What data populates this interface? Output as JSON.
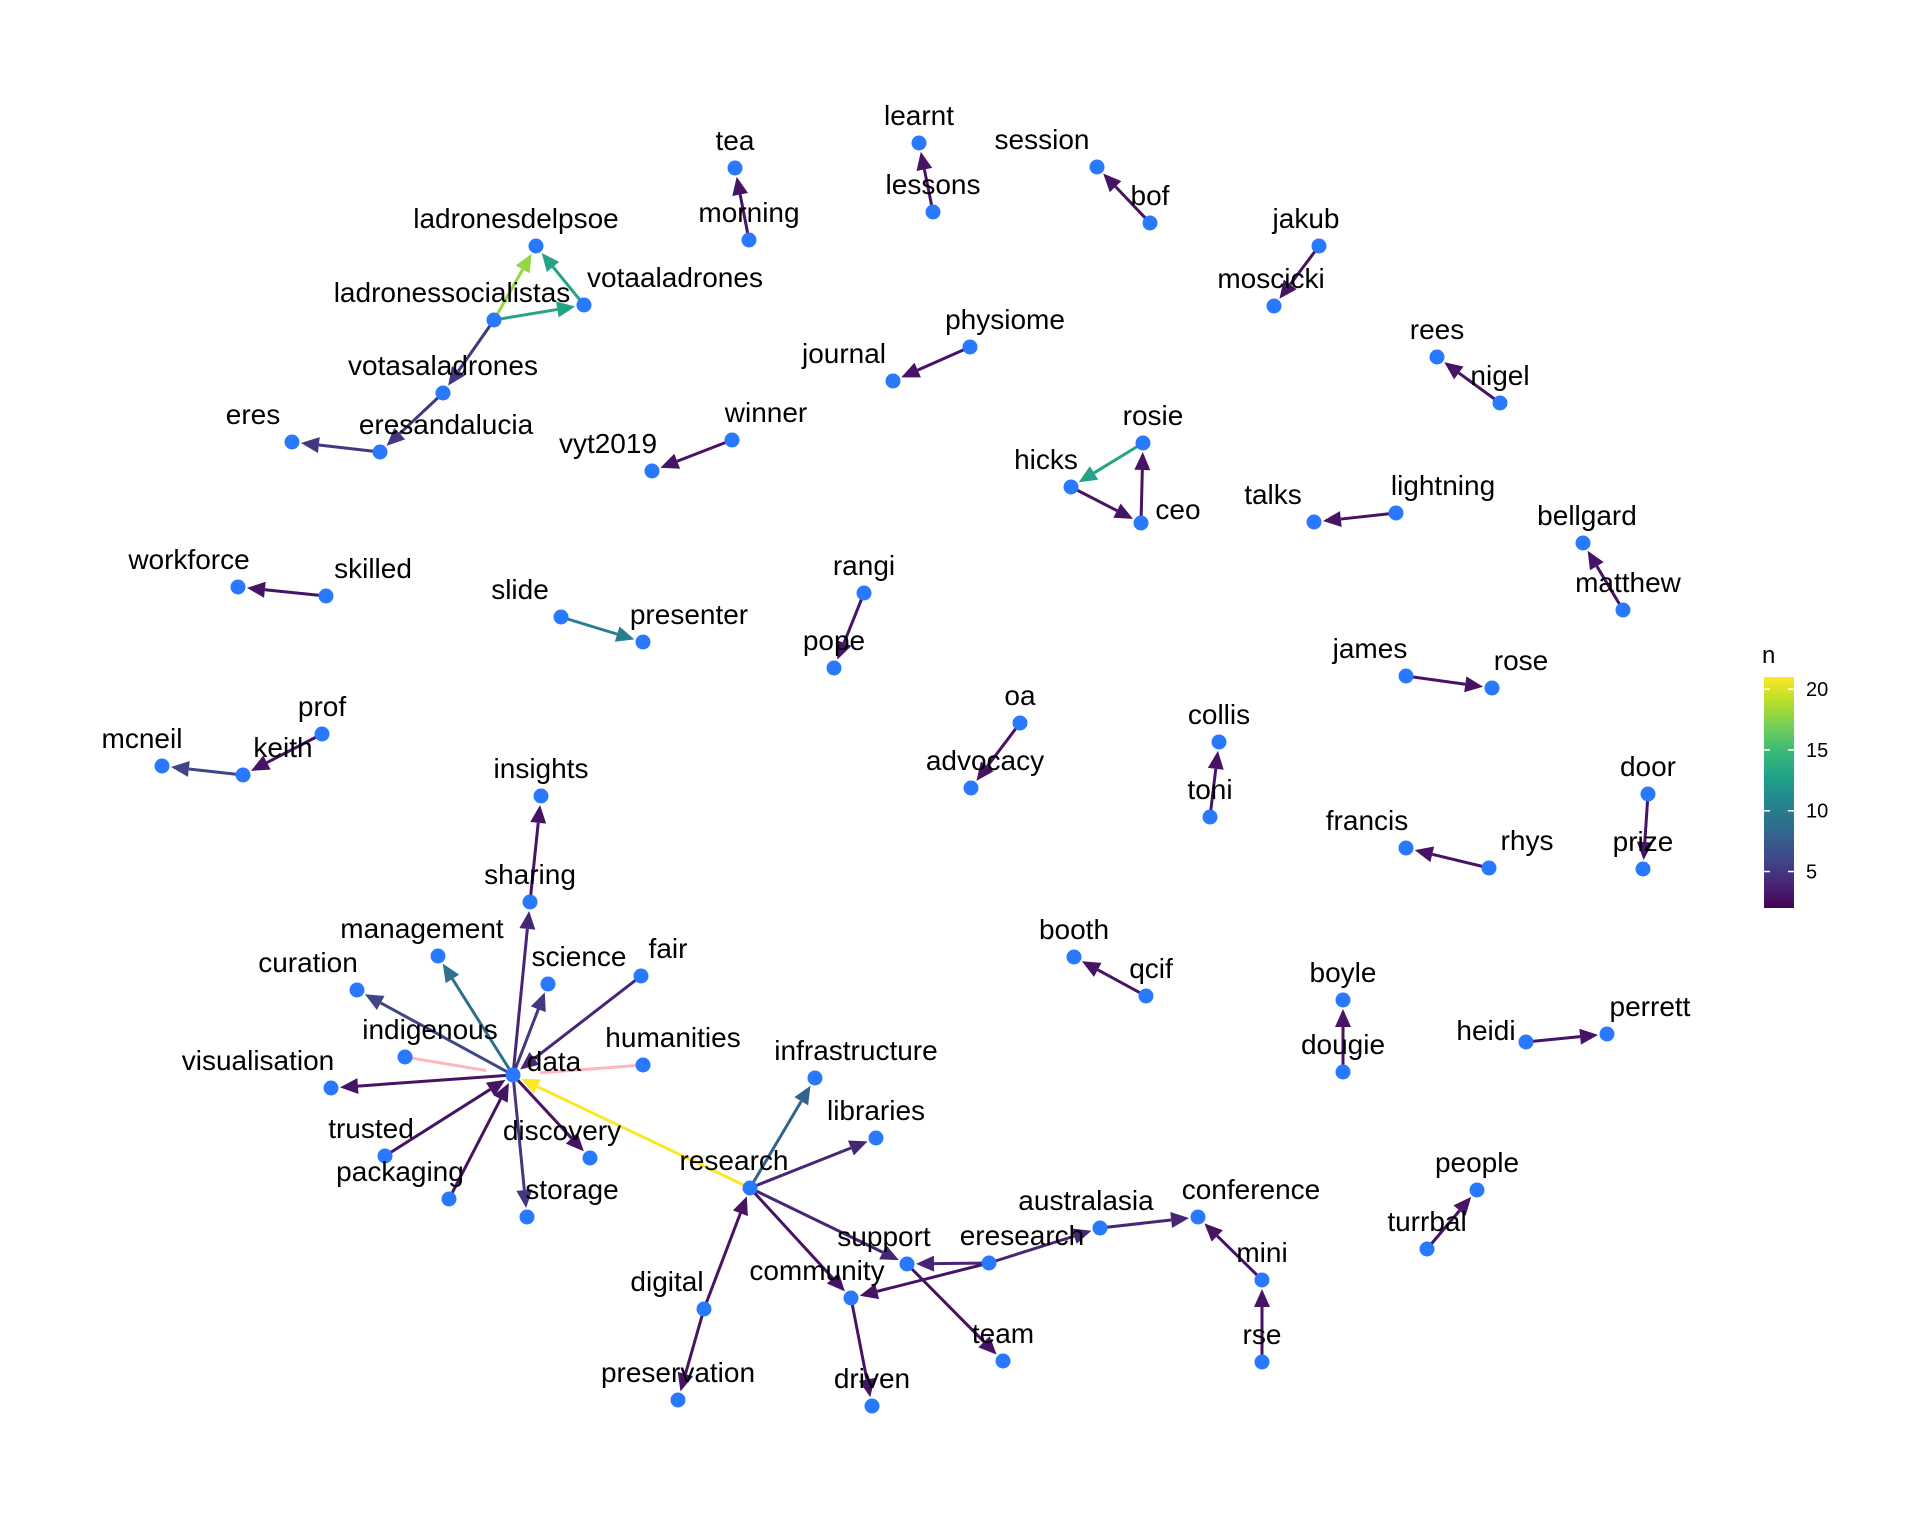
{
  "legend": {
    "title": "n",
    "ticks": [
      20,
      15,
      10,
      5
    ],
    "range": [
      2,
      21
    ],
    "colormap": [
      "#440154",
      "#482878",
      "#3E4A89",
      "#31688E",
      "#26828E",
      "#1F9E89",
      "#35B779",
      "#6DCD59",
      "#B4DE2C",
      "#FDE725"
    ]
  },
  "colors": {
    "node": "#2979FF",
    "highlight_edge": "#FFB6C1"
  },
  "nodes": [
    {
      "id": "tea",
      "label": "tea"
    },
    {
      "id": "morning",
      "label": "morning"
    },
    {
      "id": "learnt",
      "label": "learnt"
    },
    {
      "id": "lessons",
      "label": "lessons"
    },
    {
      "id": "session",
      "label": "session"
    },
    {
      "id": "bof",
      "label": "bof"
    },
    {
      "id": "jakub",
      "label": "jakub"
    },
    {
      "id": "moscicki",
      "label": "moscicki"
    },
    {
      "id": "ladronesdelpsoe",
      "label": "ladronesdelpsoe"
    },
    {
      "id": "ladronessocialistas",
      "label": "ladronessocialistas"
    },
    {
      "id": "votaaladrones",
      "label": "votaaladrones"
    },
    {
      "id": "votasaladrones",
      "label": "votasaladrones"
    },
    {
      "id": "eresandalucia",
      "label": "eresandalucia"
    },
    {
      "id": "eres",
      "label": "eres"
    },
    {
      "id": "physiome",
      "label": "physiome"
    },
    {
      "id": "journal",
      "label": "journal"
    },
    {
      "id": "rees",
      "label": "rees"
    },
    {
      "id": "nigel",
      "label": "nigel"
    },
    {
      "id": "winner",
      "label": "winner"
    },
    {
      "id": "vyt2019",
      "label": "vyt2019"
    },
    {
      "id": "rosie",
      "label": "rosie"
    },
    {
      "id": "hicks",
      "label": "hicks"
    },
    {
      "id": "ceo",
      "label": "ceo"
    },
    {
      "id": "lightning",
      "label": "lightning"
    },
    {
      "id": "talks",
      "label": "talks"
    },
    {
      "id": "bellgard",
      "label": "bellgard"
    },
    {
      "id": "matthew",
      "label": "matthew"
    },
    {
      "id": "workforce",
      "label": "workforce"
    },
    {
      "id": "skilled",
      "label": "skilled"
    },
    {
      "id": "slide",
      "label": "slide"
    },
    {
      "id": "presenter",
      "label": "presenter"
    },
    {
      "id": "rangi",
      "label": "rangi"
    },
    {
      "id": "pope",
      "label": "pope"
    },
    {
      "id": "james",
      "label": "james"
    },
    {
      "id": "rose",
      "label": "rose"
    },
    {
      "id": "prof",
      "label": "prof"
    },
    {
      "id": "keith",
      "label": "keith"
    },
    {
      "id": "mcneil",
      "label": "mcneil"
    },
    {
      "id": "oa",
      "label": "oa"
    },
    {
      "id": "advocacy",
      "label": "advocacy"
    },
    {
      "id": "collis",
      "label": "collis"
    },
    {
      "id": "toni",
      "label": "toni"
    },
    {
      "id": "door",
      "label": "door"
    },
    {
      "id": "prize",
      "label": "prize"
    },
    {
      "id": "francis",
      "label": "francis"
    },
    {
      "id": "rhys",
      "label": "rhys"
    },
    {
      "id": "insights",
      "label": "insights"
    },
    {
      "id": "sharing",
      "label": "sharing"
    },
    {
      "id": "management",
      "label": "management"
    },
    {
      "id": "curation",
      "label": "curation"
    },
    {
      "id": "science",
      "label": "science"
    },
    {
      "id": "fair",
      "label": "fair"
    },
    {
      "id": "indigenous",
      "label": "indigenous"
    },
    {
      "id": "humanities",
      "label": "humanities"
    },
    {
      "id": "data",
      "label": "data"
    },
    {
      "id": "visualisation",
      "label": "visualisation"
    },
    {
      "id": "trusted",
      "label": "trusted"
    },
    {
      "id": "discovery",
      "label": "discovery"
    },
    {
      "id": "packaging",
      "label": "packaging"
    },
    {
      "id": "storage",
      "label": "storage"
    },
    {
      "id": "infrastructure",
      "label": "infrastructure"
    },
    {
      "id": "libraries",
      "label": "libraries"
    },
    {
      "id": "research",
      "label": "research"
    },
    {
      "id": "booth",
      "label": "booth"
    },
    {
      "id": "qcif",
      "label": "qcif"
    },
    {
      "id": "boyle",
      "label": "boyle"
    },
    {
      "id": "dougie",
      "label": "dougie"
    },
    {
      "id": "heidi",
      "label": "heidi"
    },
    {
      "id": "perrett",
      "label": "perrett"
    },
    {
      "id": "australasia",
      "label": "australasia"
    },
    {
      "id": "conference",
      "label": "conference"
    },
    {
      "id": "support",
      "label": "support"
    },
    {
      "id": "eresearch",
      "label": "eresearch"
    },
    {
      "id": "community",
      "label": "community"
    },
    {
      "id": "digital",
      "label": "digital"
    },
    {
      "id": "mini",
      "label": "mini"
    },
    {
      "id": "team",
      "label": "team"
    },
    {
      "id": "rse",
      "label": "rse"
    },
    {
      "id": "preservation",
      "label": "preservation"
    },
    {
      "id": "driven",
      "label": "driven"
    },
    {
      "id": "people",
      "label": "people"
    },
    {
      "id": "turrbal",
      "label": "turrbal"
    }
  ],
  "edges": [
    {
      "from": "morning",
      "to": "tea",
      "n": 3
    },
    {
      "from": "lessons",
      "to": "learnt",
      "n": 3
    },
    {
      "from": "bof",
      "to": "session",
      "n": 3
    },
    {
      "from": "jakub",
      "to": "moscicki",
      "n": 3
    },
    {
      "from": "ladronessocialistas",
      "to": "ladronesdelpsoe",
      "n": 18
    },
    {
      "from": "ladronessocialistas",
      "to": "votaaladrones",
      "n": 13
    },
    {
      "from": "votaaladrones",
      "to": "ladronesdelpsoe",
      "n": 13
    },
    {
      "from": "ladronessocialistas",
      "to": "votasaladrones",
      "n": 5
    },
    {
      "from": "votasaladrones",
      "to": "eresandalucia",
      "n": 5
    },
    {
      "from": "eresandalucia",
      "to": "eres",
      "n": 5
    },
    {
      "from": "physiome",
      "to": "journal",
      "n": 3
    },
    {
      "from": "nigel",
      "to": "rees",
      "n": 3
    },
    {
      "from": "winner",
      "to": "vyt2019",
      "n": 3
    },
    {
      "from": "rosie",
      "to": "hicks",
      "n": 13
    },
    {
      "from": "hicks",
      "to": "ceo",
      "n": 3
    },
    {
      "from": "ceo",
      "to": "rosie",
      "n": 3
    },
    {
      "from": "lightning",
      "to": "talks",
      "n": 3
    },
    {
      "from": "matthew",
      "to": "bellgard",
      "n": 3
    },
    {
      "from": "skilled",
      "to": "workforce",
      "n": 3
    },
    {
      "from": "slide",
      "to": "presenter",
      "n": 10
    },
    {
      "from": "rangi",
      "to": "pope",
      "n": 3
    },
    {
      "from": "james",
      "to": "rose",
      "n": 3
    },
    {
      "from": "prof",
      "to": "keith",
      "n": 3
    },
    {
      "from": "keith",
      "to": "mcneil",
      "n": 6
    },
    {
      "from": "oa",
      "to": "advocacy",
      "n": 3
    },
    {
      "from": "toni",
      "to": "collis",
      "n": 3
    },
    {
      "from": "door",
      "to": "prize",
      "n": 3
    },
    {
      "from": "rhys",
      "to": "francis",
      "n": 3
    },
    {
      "from": "sharing",
      "to": "insights",
      "n": 3
    },
    {
      "from": "data",
      "to": "sharing",
      "n": 4
    },
    {
      "from": "data",
      "to": "management",
      "n": 9
    },
    {
      "from": "data",
      "to": "curation",
      "n": 6
    },
    {
      "from": "data",
      "to": "science",
      "n": 5
    },
    {
      "from": "fair",
      "to": "data",
      "n": 4
    },
    {
      "from": "indigenous",
      "to": "data",
      "n": 3,
      "highlight": true
    },
    {
      "from": "humanities",
      "to": "data",
      "n": 3,
      "highlight": true
    },
    {
      "from": "data",
      "to": "visualisation",
      "n": 3
    },
    {
      "from": "trusted",
      "to": "data",
      "n": 3
    },
    {
      "from": "data",
      "to": "discovery",
      "n": 3
    },
    {
      "from": "packaging",
      "to": "data",
      "n": 3
    },
    {
      "from": "data",
      "to": "storage",
      "n": 5
    },
    {
      "from": "research",
      "to": "data",
      "n": 21
    },
    {
      "from": "research",
      "to": "infrastructure",
      "n": 8
    },
    {
      "from": "research",
      "to": "libraries",
      "n": 4
    },
    {
      "from": "research",
      "to": "support",
      "n": 4
    },
    {
      "from": "research",
      "to": "community",
      "n": 3
    },
    {
      "from": "digital",
      "to": "research",
      "n": 3
    },
    {
      "from": "digital",
      "to": "preservation",
      "n": 3
    },
    {
      "from": "community",
      "to": "driven",
      "n": 3
    },
    {
      "from": "eresearch",
      "to": "support",
      "n": 4
    },
    {
      "from": "eresearch",
      "to": "community",
      "n": 3
    },
    {
      "from": "eresearch",
      "to": "australasia",
      "n": 4
    },
    {
      "from": "australasia",
      "to": "conference",
      "n": 4
    },
    {
      "from": "support",
      "to": "team",
      "n": 3
    },
    {
      "from": "mini",
      "to": "conference",
      "n": 3
    },
    {
      "from": "rse",
      "to": "mini",
      "n": 3
    },
    {
      "from": "qcif",
      "to": "booth",
      "n": 3
    },
    {
      "from": "dougie",
      "to": "boyle",
      "n": 3
    },
    {
      "from": "heidi",
      "to": "perrett",
      "n": 3
    },
    {
      "from": "turrbal",
      "to": "people",
      "n": 3
    }
  ]
}
